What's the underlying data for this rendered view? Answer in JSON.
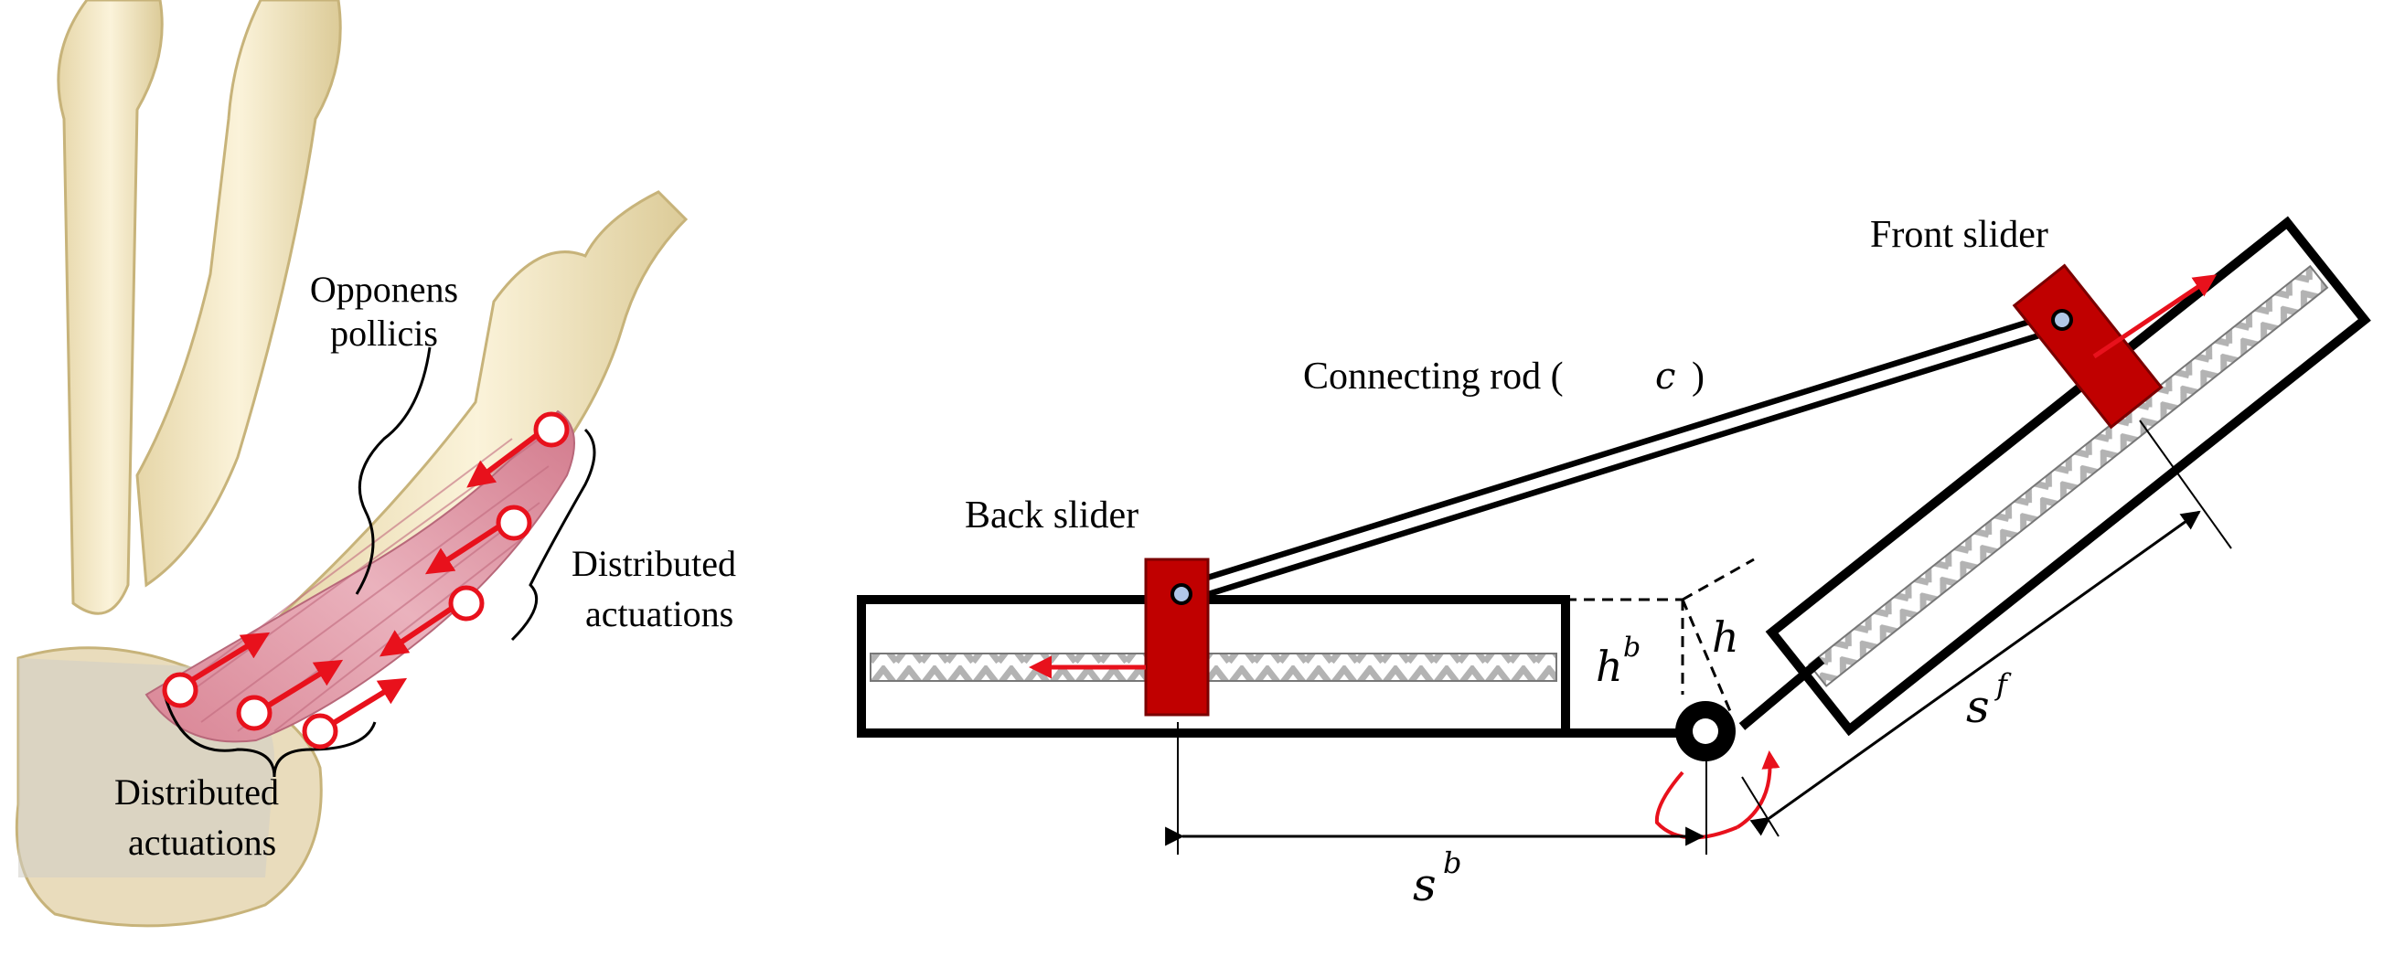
{
  "left_panel": {
    "muscle_label": [
      "Opponens",
      "pollicis"
    ],
    "upper_actuation_label": [
      "Distributed",
      "actuations"
    ],
    "lower_actuation_label": [
      "Distributed",
      "actuations"
    ]
  },
  "right_panel": {
    "front_slider_label": "Front slider",
    "back_slider_label": "Back slider",
    "connecting_rod_label": "Connecting rod (",
    "connecting_rod_symbol": "c",
    "connecting_rod_close": ")",
    "h_back_symbol": "h",
    "h_back_superscript": "b",
    "h_symbol": "h",
    "s_back_symbol": "s",
    "s_back_superscript": "b",
    "s_front_symbol": "s",
    "s_front_superscript": "f"
  },
  "colors": {
    "slider_red": "#c00000",
    "arrow_red": "#e8111c",
    "bone": "#f2e6c4",
    "bone_shade": "#d9c795",
    "muscle": "#e39aa8",
    "outline": "#000000"
  }
}
